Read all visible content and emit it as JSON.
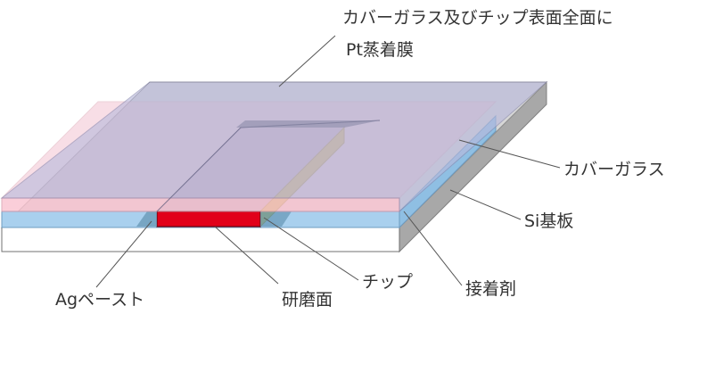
{
  "labels": {
    "pt_film_line1": "カバーガラス及びチップ表面全面に",
    "pt_film_line2": "Pt蒸着膜",
    "cover_glass": "カバーガラス",
    "si_substrate": "Si基板",
    "adhesive": "接着剤",
    "chip": "チップ",
    "polished_surface": "研磨面",
    "ag_paste": "Agペースト"
  },
  "colors": {
    "pt_film": "#c9c9e6",
    "cover_glass_front": "#f9c3d0",
    "adhesive_layer": "#a9d0ee",
    "si_top": "#d0d0d0",
    "si_side": "#a8a8a8",
    "chip_red": "#e1001a",
    "chip_side": "#b8b23a",
    "ag_paste": "#6a9ab8",
    "outline": "#707070",
    "leader": "#555555",
    "text": "#333333"
  }
}
